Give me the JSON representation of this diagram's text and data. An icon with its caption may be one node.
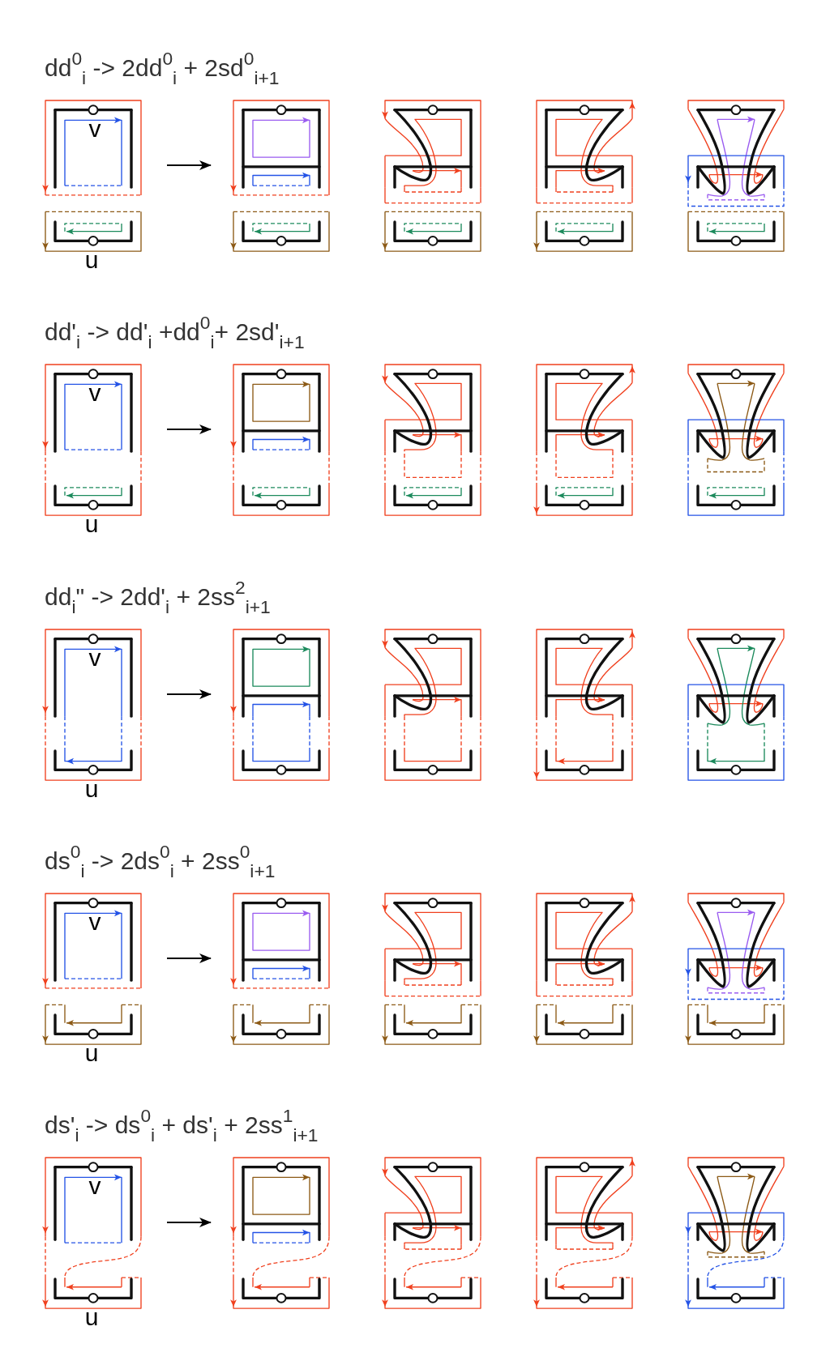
{
  "diagram": {
    "nodes": [
      {
        "text": [
          "v",
          "u"
        ]
      },
      {
        "text": [],
        "shape": "picture"
      },
      {
        "text": [
          "v",
          "u"
        ]
      },
      {
        "text": [],
        "shape": "picture"
      },
      {
        "text": [
          "v",
          "u"
        ]
      },
      {
        "text": [],
        "shape": "picture"
      },
      {
        "text": [
          "v",
          "u"
        ]
      },
      {
        "text": [],
        "shape": "picture"
      },
      {
        "text": [
          "v",
          "u"
        ]
      },
      {
        "text": [],
        "shape": "picture"
      }
    ],
    "edges": [
      {
        "from": 0,
        "to": 1,
        "arrow": "to"
      },
      {
        "from": 2,
        "to": 3,
        "arrow": "to"
      },
      {
        "from": 4,
        "to": 5,
        "arrow": "to"
      },
      {
        "from": 6,
        "to": 7,
        "arrow": "to"
      },
      {
        "from": 8,
        "to": 9,
        "arrow": "to"
      }
    ],
    "labels": [
      "dd$^{0}$$_{i}$ -> 2dd$^{0}$$_{i}$ + 2sd$^{0}$$_{i+1}$",
      "dd'$_{i}$ -> dd'$_{i}$ +dd$^{0}$$_{i}$+ 2sd'$_{i+1}$",
      "dd$_{i}$\" -> 2dd'$_{i}$ + 2ss$^{2}$$_{i+1}$",
      "ds$^{0}$$_{i}$ -> 2ds$^{0}$$_{i}$ + 2ss$^{0}$$_{i+1}$",
      "ds'$_{i}$ -> ds$^{0}$$_{i}$ + ds'$_{i}$ + 2ss$^{1}$$_{i+1}$"
    ]
  }
}
